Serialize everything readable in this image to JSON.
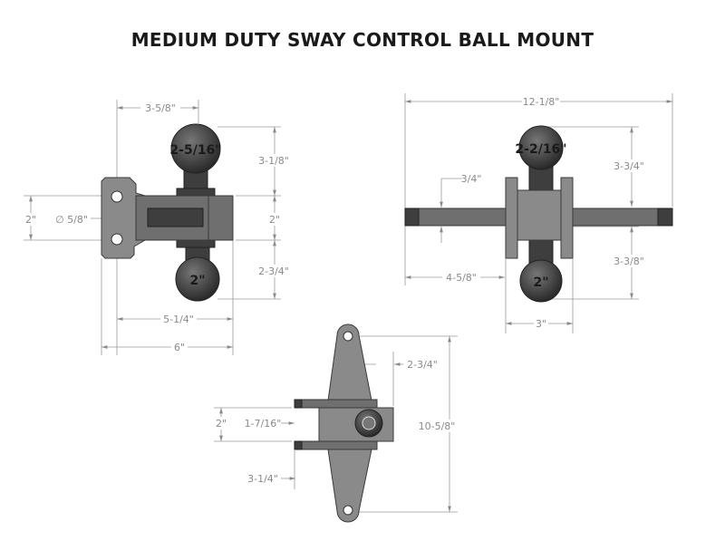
{
  "title": "MEDIUM DUTY SWAY CONTROL BALL MOUNT",
  "side_view": {
    "ball_top": "2-5/16\"",
    "ball_bottom": "2\"",
    "dims": {
      "top_offset": "3-5/8\"",
      "top_ball_height": "3-1/8\"",
      "shank_height": "2\"",
      "bottom_ball_height": "2-3/4\"",
      "hole_spacing": "2\"",
      "hole_diameter": "∅ 5/8\"",
      "length_inner": "5-1/4\"",
      "length_overall": "6\""
    }
  },
  "front_view": {
    "ball_top": "2-2/16\"",
    "ball_bottom": "2\"",
    "dims": {
      "overall_width": "12-1/8\"",
      "bar_thickness": "3/4\"",
      "top_ball_height": "3-3/4\"",
      "bottom_ball_height": "3-3/8\"",
      "arm_length": "4-5/8\"",
      "block_width": "3\""
    }
  },
  "top_view": {
    "dims": {
      "offset": "2-3/4\"",
      "overall_length": "10-5/8\"",
      "shank_width": "2\"",
      "shank_offset": "1-7/16\"",
      "arm_offset": "3-1/4\""
    }
  }
}
